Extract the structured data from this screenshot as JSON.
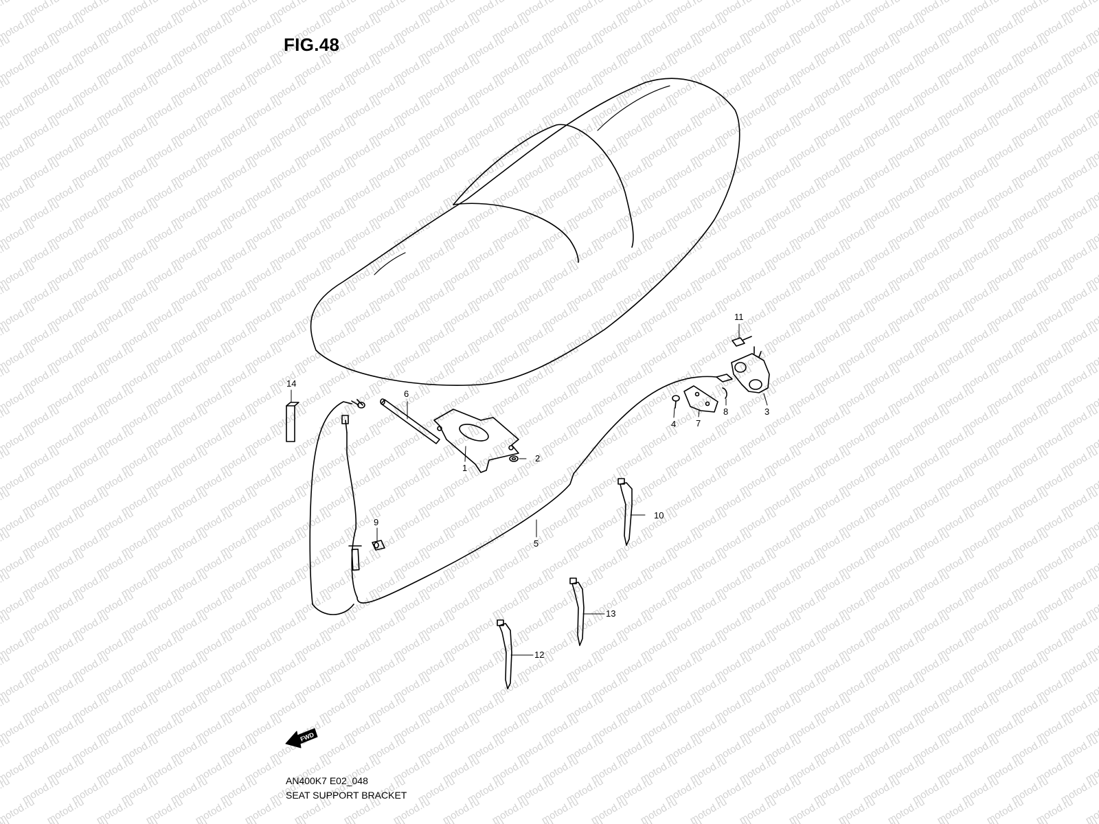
{
  "figure": {
    "title": "FIG.48",
    "code": "AN400K7 E02_048",
    "caption": "SEAT SUPPORT BRACKET"
  },
  "watermark": "motod.ru",
  "callouts": [
    "1",
    "2",
    "3",
    "4",
    "5",
    "6",
    "7",
    "8",
    "9",
    "10",
    "11",
    "12",
    "13",
    "14"
  ],
  "direction_arrow": "FWD"
}
